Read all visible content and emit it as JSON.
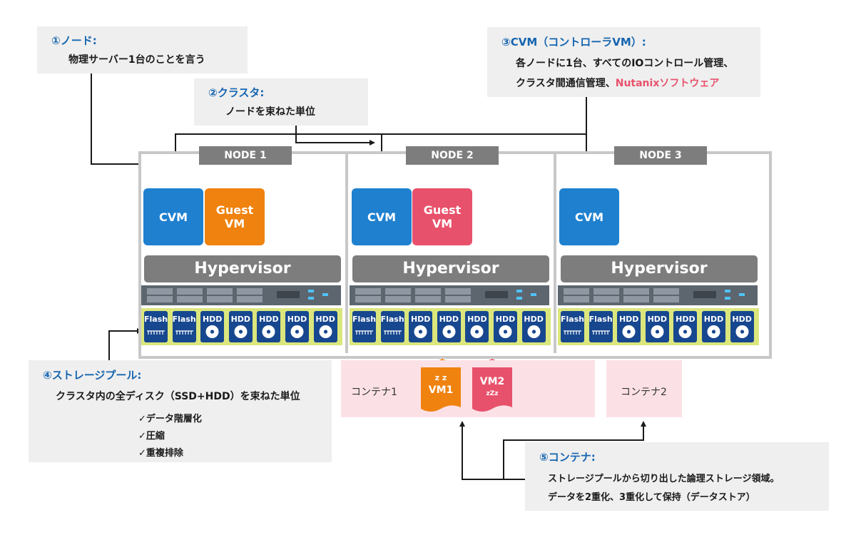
{
  "callouts": {
    "node": {
      "title": "①ノード:",
      "line1": "物理サーバー1台のことを言う"
    },
    "cluster": {
      "title": "②クラスタ:",
      "line1": "ノードを束ねた単位"
    },
    "cvm": {
      "title": "③CVM（コントローラVM）:",
      "line1": "各ノードに1台、すべてのIOコントロール管理、",
      "line2a": "クラスタ間通信管理、",
      "line2b": "Nutanixソフトウェア"
    },
    "storage_pool": {
      "title": "④ストレージプール:",
      "line1": "クラスタ内の全ディスク（SSD+HDD）を束ねた単位",
      "checks": [
        "✓データ階層化",
        "✓圧縮",
        "✓重複排除"
      ]
    },
    "container": {
      "title": "⑤コンテナ:",
      "line1": "ストレージプールから切り出した論理ストレージ領域。",
      "line2": "データを2重化、3重化して保持（データストア）"
    }
  },
  "nodes": [
    {
      "label": "NODE 1",
      "cvm": "CVM",
      "guest_l1": "Guest",
      "guest_l2": "VM",
      "hypervisor": "Hypervisor"
    },
    {
      "label": "NODE 2",
      "cvm": "CVM",
      "guest_l1": "Guest",
      "guest_l2": "VM",
      "hypervisor": "Hypervisor"
    },
    {
      "label": "NODE 3",
      "cvm": "CVM",
      "hypervisor": "Hypervisor"
    }
  ],
  "disks": [
    "Flash",
    "Flash",
    "HDD",
    "HDD",
    "HDD",
    "HDD",
    "HDD"
  ],
  "containers": {
    "c1_label": "コンテナ1",
    "c2_label": "コンテナ2",
    "vm1_zz": "z z",
    "vm1_label": "VM1",
    "vm2_label": "VM2",
    "vm2_zz": "zZz"
  },
  "colors": {
    "cvm": "#1f80cf",
    "guest1": "#f0820f",
    "guest2": "#e8516b",
    "hypervisor": "#7d7d7d",
    "disk": "#17478f",
    "disk_strip": "#dbe67d",
    "container": "#fbe1e6",
    "callout_title": "#1565b0"
  }
}
